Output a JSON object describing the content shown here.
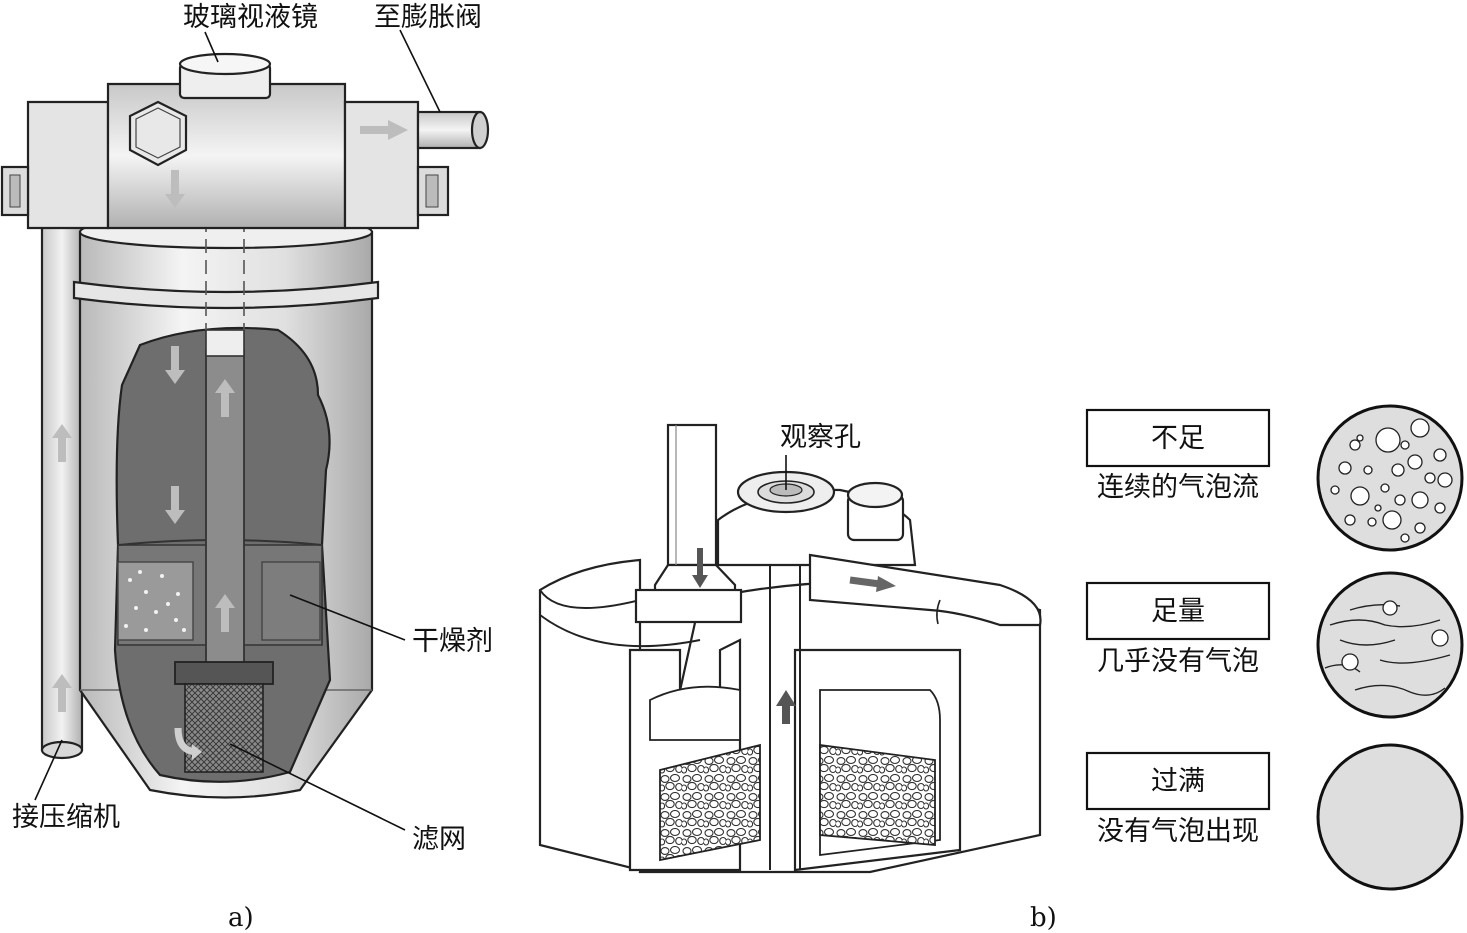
{
  "panel_a": {
    "caption": "a)",
    "labels": {
      "sight_glass": "玻璃视液镜",
      "to_expansion_valve": "至膨胀阀",
      "desiccant": "干燥剂",
      "strainer": "滤网",
      "from_compressor": "接压缩机"
    }
  },
  "panel_b": {
    "caption": "b)",
    "labels": {
      "sight_hole": "观察孔"
    }
  },
  "states": [
    {
      "label": "不足",
      "description": "连续的气泡流"
    },
    {
      "label": "足量",
      "description": "几乎没有气泡"
    },
    {
      "label": "过满",
      "description": "没有气泡出现"
    }
  ],
  "colors": {
    "outline": "#222222",
    "body_fill": "#e2e2e2",
    "cutaway_fill": "#6e6e6e",
    "arrow_fill": "#bdbdbd",
    "glass_fill": "#dedede"
  }
}
